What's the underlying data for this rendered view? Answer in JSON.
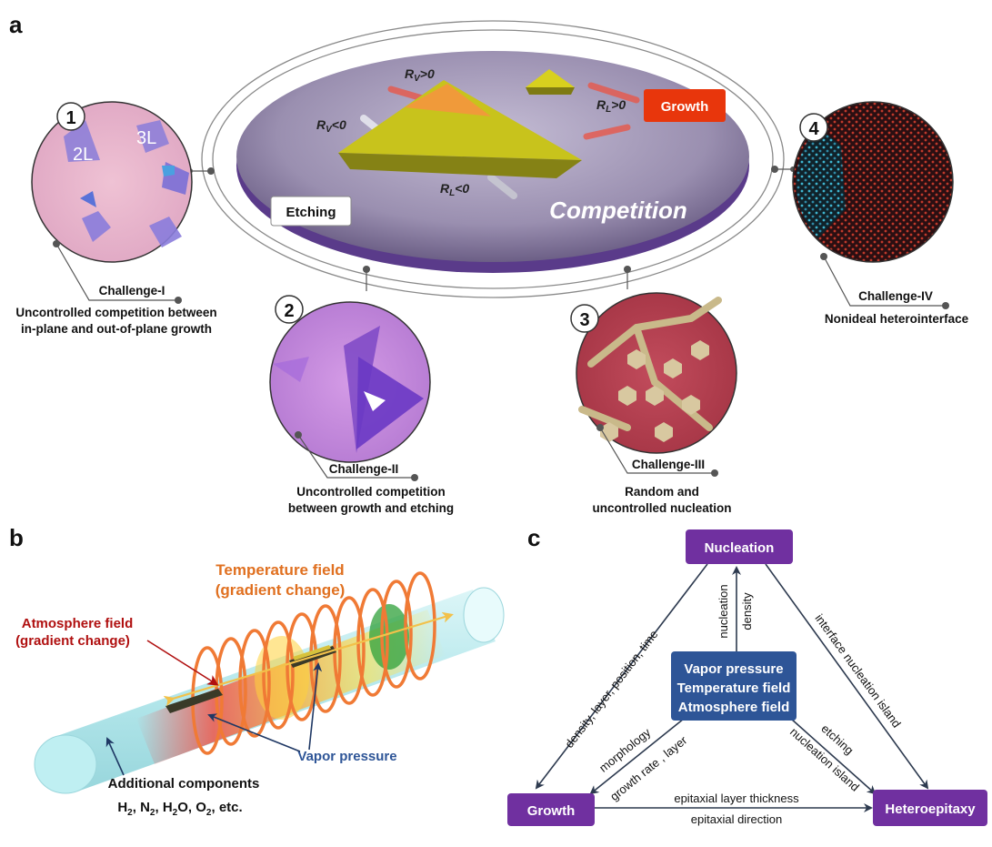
{
  "panels": {
    "a": "a",
    "b": "b",
    "c": "c"
  },
  "panel_a": {
    "competition": "Competition",
    "growth": "Growth",
    "etching": "Etching",
    "rates": {
      "rv_pos": "R",
      "sub_v": "V",
      "gt0": ">0",
      "lt0": "<0",
      "sub_l": "L"
    },
    "circle1_layers": [
      "2L",
      "3L"
    ],
    "circles": [
      {
        "num": "1",
        "challenge": "Challenge-I",
        "desc": [
          "Uncontrolled competition between",
          "in-plane and out-of-plane growth"
        ]
      },
      {
        "num": "2",
        "challenge": "Challenge-II",
        "desc": [
          "Uncontrolled competition",
          "between growth and etching"
        ]
      },
      {
        "num": "3",
        "challenge": "Challenge-III",
        "desc": [
          "Random and",
          "uncontrolled nucleation"
        ]
      },
      {
        "num": "4",
        "challenge": "Challenge-IV",
        "desc": [
          "Nonideal heterointerface"
        ]
      }
    ]
  },
  "panel_b": {
    "temperature": [
      "Temperature field",
      "(gradient change)"
    ],
    "atmosphere": [
      "Atmosphere field",
      "(gradient change)"
    ],
    "vapor": "Vapor pressure",
    "additional": "Additional components",
    "gases": {
      "h": "H",
      "n": "N",
      "h2o_h": "H",
      "h2o_o": "O",
      "o": "O",
      "two": "2",
      "etc": ", etc.",
      "sep": ", "
    }
  },
  "panel_c": {
    "nodes": {
      "nucleation": "Nucleation",
      "growth": "Growth",
      "heteroepitaxy": "Heteroepitaxy",
      "center": [
        "Vapor pressure",
        "Temperature field",
        "Atmosphere field"
      ]
    },
    "edges": {
      "nuc_growth": "density, layer, position, time",
      "center_nuc_up": "nucleation",
      "nuc_center_down": "density",
      "nuc_hetero": "interface nucleation island",
      "center_growth_1": "morphology",
      "center_growth_2": "growth rate , layer",
      "center_hetero_1": "etching",
      "center_hetero_2": "nucleation island",
      "growth_hetero_1": "epitaxial layer thickness",
      "growth_hetero_2": "epitaxial direction"
    }
  },
  "colors": {
    "purple_box": "#7030a0",
    "blue_box": "#2e5597",
    "growth_red": "#e8360c",
    "temp_orange": "#e07020",
    "atmos_red": "#b01010",
    "vapor_blue": "#2e5597"
  }
}
